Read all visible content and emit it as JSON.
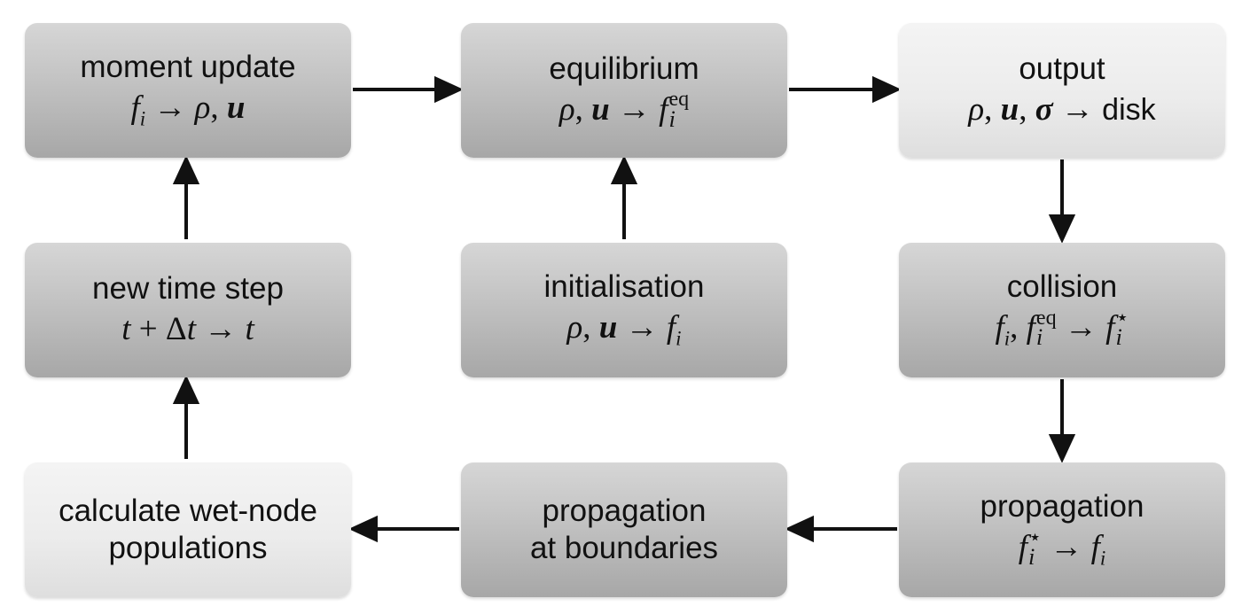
{
  "boxes": {
    "moment_update": {
      "title": "moment update"
    },
    "equilibrium": {
      "title": "equilibrium"
    },
    "output": {
      "title": "output",
      "formula_text": "disk"
    },
    "new_time_step": {
      "title": "new time step"
    },
    "initialisation": {
      "title": "initialisation"
    },
    "collision": {
      "title": "collision"
    },
    "calculate_wet_node": {
      "title_line1": "calculate wet-node",
      "title_line2": "populations"
    },
    "propagation_boundaries": {
      "title_line1": "propagation",
      "title_line2": "at boundaries"
    },
    "propagation": {
      "title": "propagation"
    }
  },
  "formula_symbols": {
    "f": "f",
    "i": "i",
    "rho": "ρ",
    "u": "u",
    "sigma": "σ",
    "t": "t",
    "delta": "Δ",
    "arrow": "→",
    "eq": "eq",
    "star": "⋆",
    "comma": ",",
    "plus": "+"
  },
  "colors": {
    "box_dark": "#c4c4c4",
    "box_light": "#ececec",
    "arrow": "#111111"
  }
}
